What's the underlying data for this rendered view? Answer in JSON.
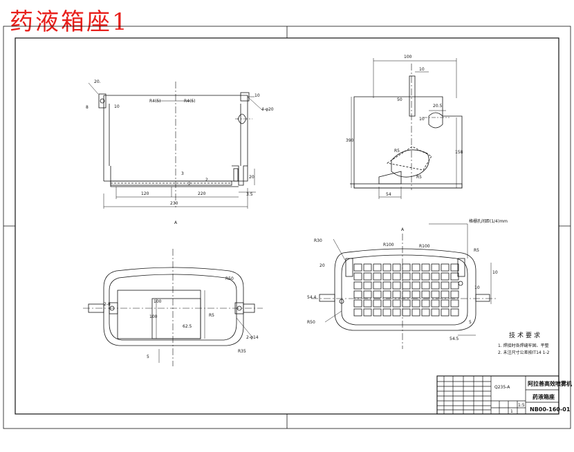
{
  "title": "药液箱座1",
  "colors": {
    "title": "#e8201c",
    "line": "#111111",
    "paper": "#ffffff"
  },
  "front_view": {
    "labels": [
      "20.",
      "8",
      "10",
      "R4(5)",
      "R4(5)",
      "10",
      "4-φ20",
      "3",
      "2",
      "20",
      "2",
      "120",
      "220",
      "3.5",
      "230",
      "A"
    ]
  },
  "side_view": {
    "labels": [
      "100",
      "10",
      "50",
      "20.5",
      "10",
      "390",
      "158",
      "R5",
      "R5",
      "54"
    ]
  },
  "bottom_left_view": {
    "labels": [
      "R50",
      "100",
      "100",
      "62.5",
      "R5",
      "2-8",
      "R35",
      "2-φ14",
      "5"
    ]
  },
  "bottom_right_view": {
    "labels": [
      "格栅孔间距(1/4)mm",
      "R30",
      "R100",
      "R100",
      "R5",
      "20",
      "54.4",
      "R50",
      "10",
      "10",
      "5",
      "54.5",
      "A"
    ]
  },
  "tech_notes": {
    "heading": "技术要求",
    "lines": [
      "1. 焊接时各焊缝牢固、平整",
      "2. 未注尺寸公差按IT14 1-2"
    ]
  },
  "title_block": {
    "project": "阿拉善高效喷雾机",
    "part_name": "药液箱座",
    "drawing_no": "NB00-160-01",
    "material_code": "Q235-A",
    "scale": "1:5",
    "sheet": "1"
  }
}
